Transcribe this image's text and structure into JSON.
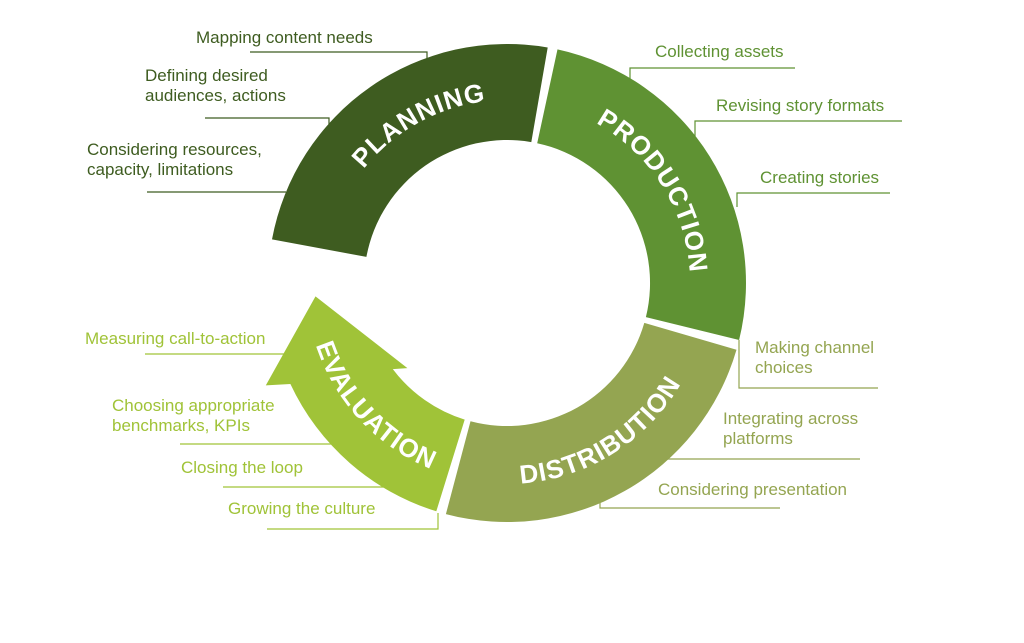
{
  "colors": {
    "planning": "#3e5c20",
    "production": "#5f9233",
    "distribution": "#94a551",
    "evaluation": "#a0c338"
  },
  "segments": [
    {
      "id": "planning",
      "label": "PLANNING",
      "items": [
        {
          "lines": [
            "Mapping content needs"
          ]
        },
        {
          "lines": [
            "Defining desired",
            "audiences, actions"
          ]
        },
        {
          "lines": [
            "Considering resources,",
            "capacity, limitations"
          ]
        }
      ]
    },
    {
      "id": "production",
      "label": "PRODUCTION",
      "items": [
        {
          "lines": [
            "Collecting assets"
          ]
        },
        {
          "lines": [
            "Revising story formats"
          ]
        },
        {
          "lines": [
            "Creating stories"
          ]
        }
      ]
    },
    {
      "id": "distribution",
      "label": "DISTRIBUTION",
      "items": [
        {
          "lines": [
            "Making channel",
            "choices"
          ]
        },
        {
          "lines": [
            "Integrating across",
            "platforms"
          ]
        },
        {
          "lines": [
            "Considering presentation"
          ]
        }
      ]
    },
    {
      "id": "evaluation",
      "label": "EVALUATION",
      "items": [
        {
          "lines": [
            "Measuring call-to-action"
          ]
        },
        {
          "lines": [
            "Choosing appropriate",
            "benchmarks, KPIs"
          ]
        },
        {
          "lines": [
            "Closing the loop"
          ]
        },
        {
          "lines": [
            "Growing the culture"
          ]
        }
      ]
    }
  ]
}
